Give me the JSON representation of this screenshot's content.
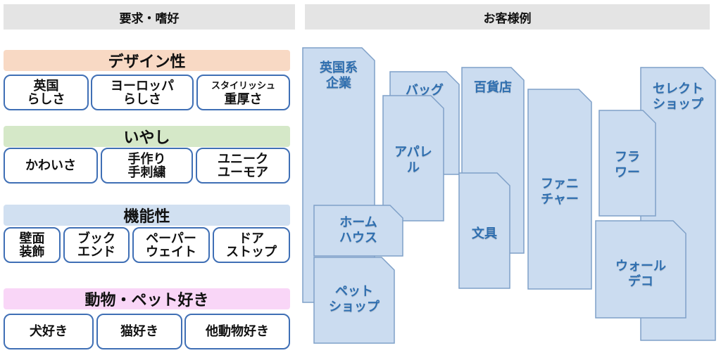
{
  "headers": {
    "left": "要求・嗜好",
    "right": "お客様例"
  },
  "colors": {
    "header_bg": "#e4e4e4",
    "pill_border": "#3f6fb5",
    "card_fill": "#cbdcf0",
    "card_stroke": "#7fa0c8",
    "card_text": "#2f6fb0",
    "cat_design": "#f8d9c4",
    "cat_iyashi": "#d5e8c8",
    "cat_function": "#d1e0f1",
    "cat_animal": "#f9d6f7"
  },
  "categories": [
    {
      "title": "デザイン性",
      "items": [
        {
          "line1": "英国",
          "line2": "らしさ"
        },
        {
          "line1": "ヨーロッパ",
          "line2": "らしさ"
        },
        {
          "line1": "スタイリッシュ",
          "line2": "重厚さ"
        }
      ]
    },
    {
      "title": "いやし",
      "items": [
        {
          "line1": "かわいさ",
          "line2": ""
        },
        {
          "line1": "手作り",
          "line2": "手刺繍"
        },
        {
          "line1": "ユニーク",
          "line2": "ユーモア"
        }
      ]
    },
    {
      "title": "機能性",
      "items": [
        {
          "line1": "壁面",
          "line2": "装飾"
        },
        {
          "line1": "ブック",
          "line2": "エンド"
        },
        {
          "line1": "ペーパー",
          "line2": "ウェイト"
        },
        {
          "line1": "ドア",
          "line2": "ストップ"
        }
      ]
    },
    {
      "title": "動物・ペット好き",
      "items": [
        {
          "line1": "犬好き",
          "line2": ""
        },
        {
          "line1": "猫好き",
          "line2": ""
        },
        {
          "line1": "他動物好き",
          "line2": ""
        }
      ]
    }
  ],
  "customers": [
    {
      "key": "uk-company",
      "label": "英国系\n企業"
    },
    {
      "key": "bag",
      "label": "バッグ"
    },
    {
      "key": "apparel",
      "label": "アパレ\nル"
    },
    {
      "key": "department-store",
      "label": "百貨店"
    },
    {
      "key": "stationery",
      "label": "文具"
    },
    {
      "key": "furniture",
      "label": "ファニ\nチャー"
    },
    {
      "key": "flower",
      "label": "フラ\nワー"
    },
    {
      "key": "select-shop",
      "label": "セレクト\nショップ"
    },
    {
      "key": "home-house",
      "label": "ホーム\nハウス"
    },
    {
      "key": "pet-shop",
      "label": "ペット\nショップ"
    },
    {
      "key": "wall-deco",
      "label": "ウォール\nデコ"
    }
  ]
}
